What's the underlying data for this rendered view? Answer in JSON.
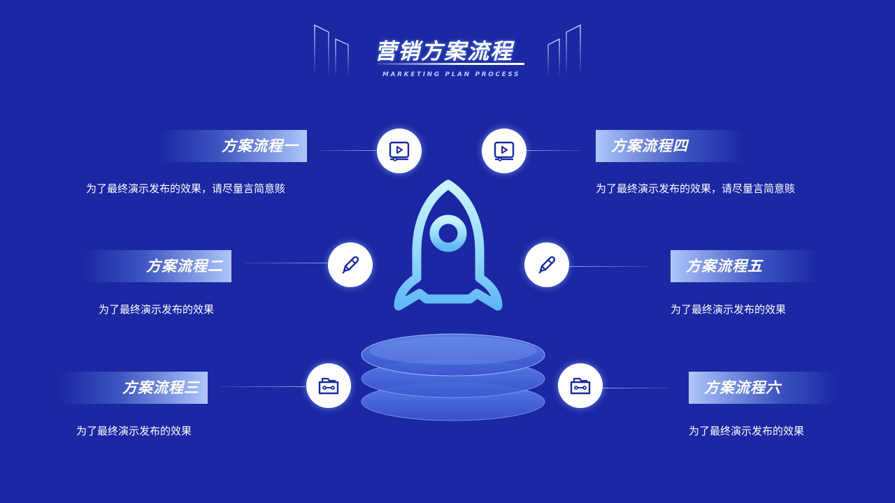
{
  "title": "营销方案流程",
  "subtitle": "MARKETING PLAN PROCESS",
  "colors": {
    "background": "#1b27a3",
    "icon": "#1b2aa0",
    "accent": "#8fd6ff"
  },
  "steps": [
    {
      "label": "方案流程一",
      "desc": "为了最终演示发布的效果，请尽量言简意赅",
      "icon": "video-play-icon"
    },
    {
      "label": "方案流程二",
      "desc": "为了最终演示发布的效果",
      "icon": "pen-icon"
    },
    {
      "label": "方案流程三",
      "desc": "为了最终演示发布的效果",
      "icon": "folder-icon"
    },
    {
      "label": "方案流程四",
      "desc": "为了最终演示发布的效果，请尽量言简意赅",
      "icon": "video-play-icon"
    },
    {
      "label": "方案流程五",
      "desc": "为了最终演示发布的效果",
      "icon": "pen-icon"
    },
    {
      "label": "方案流程六",
      "desc": "为了最终演示发布的效果",
      "icon": "folder-icon"
    }
  ],
  "center_graphic": "rocket-icon"
}
